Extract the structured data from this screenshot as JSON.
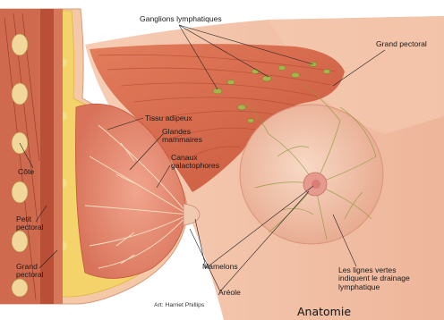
{
  "labels": {
    "lymph_nodes": "Ganglions lymphatiques",
    "grand_pectoral_right": "Grand pectoral",
    "adipose_tissue": "Tissu adipeux",
    "mammary_glands": "Glandes\nmammaires",
    "lactiferous_ducts": "Canaux\ngalactophores",
    "rib": "Côte",
    "petit_pectoral": "Petit\npectoral",
    "grand_pectoral_left": "Grand\npectoral",
    "nipples": "Mamelons",
    "areola": "Aréole",
    "green_lines": "Les lignes vertes\nindiquent le drainage\nlymphatique"
  },
  "credit": "Art: Harriet Phillips",
  "caption": "Anatomie"
}
